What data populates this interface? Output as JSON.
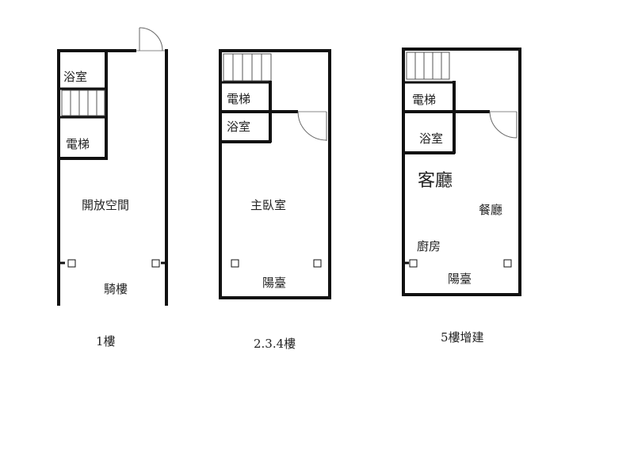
{
  "floors": [
    {
      "caption": "1樓",
      "rooms": {
        "bath": "浴室",
        "elevator": "電梯",
        "open_space": "開放空間",
        "arcade": "騎樓"
      }
    },
    {
      "caption": "2.3.4樓",
      "rooms": {
        "elevator": "電梯",
        "bath": "浴室",
        "master_bedroom": "主臥室",
        "balcony": "陽臺"
      }
    },
    {
      "caption": "5樓增建",
      "rooms": {
        "elevator": "電梯",
        "bath": "浴室",
        "living_room": "客廳",
        "dining_room": "餐廳",
        "kitchen": "廚房",
        "balcony": "陽臺"
      }
    }
  ]
}
